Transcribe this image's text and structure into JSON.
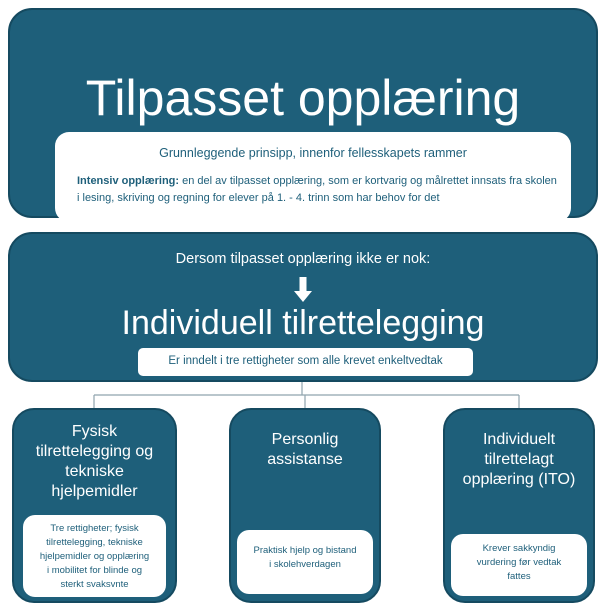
{
  "top": {
    "title": "Tilpasset opplæring",
    "principle": "Grunnleggende prinsipp, innenfor fellesskapets rammer",
    "intensive_label": "Intensiv opplæring:",
    "intensive_text": " en del av tilpasset opplæring, som er kortvarig og målrettet innsats fra skolen i lesing, skriving og regning for elever på 1. - 4. trinn som har behov for det"
  },
  "middle": {
    "intro": "Dersom tilpasset opplæring ikke er nok:",
    "arrow_icon": "down-arrow-icon",
    "title": "Individuell tilrettelegging",
    "subtitle": "Er inndelt i tre rettigheter som alle krevet enkeltvedtak"
  },
  "bottom": [
    {
      "title_lines": [
        "Fysisk",
        "tilrettelegging og",
        "tekniske",
        "hjelpemidler"
      ],
      "box_lines": [
        "Tre rettigheter; fysisk",
        "tilrettelegging, tekniske",
        "hjelpemidler og opplæring",
        "i mobilitet for blinde og",
        "sterkt svaksvnte"
      ]
    },
    {
      "title_lines": [
        "Personlig",
        "assistanse"
      ],
      "box_lines": [
        "Praktisk hjelp og bistand",
        "i skolehverdagen"
      ]
    },
    {
      "title_lines": [
        "Individuelt",
        "tilrettelagt",
        "opplæring (ITO)"
      ],
      "box_lines": [
        "Krever sakkyndig",
        "vurdering før vedtak",
        "fattes"
      ]
    }
  ],
  "colors": {
    "panel": "#1e5f7a",
    "panel_border": "#154a60",
    "connector": "#8fa4ae"
  }
}
